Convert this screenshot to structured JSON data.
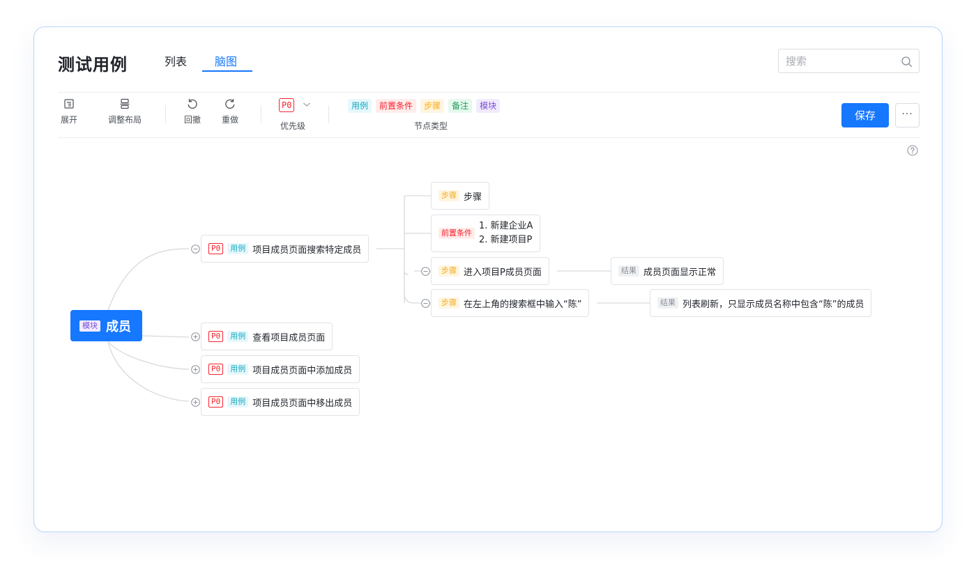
{
  "header": {
    "title": "测试用例",
    "tabs": [
      {
        "label": "列表"
      },
      {
        "label": "脑图"
      }
    ],
    "search_placeholder": "搜索"
  },
  "toolbar": {
    "expand": "展开",
    "adjust_layout": "调整布局",
    "undo": "回撤",
    "redo": "重做",
    "priority_value": "P0",
    "priority_label": "优先级",
    "node_types": [
      "用例",
      "前置条件",
      "步骤",
      "备注",
      "模块"
    ],
    "node_type_label": "节点类型",
    "save": "保存",
    "more": "···"
  },
  "colors": {
    "accent": "#1677ff",
    "priority": "#f5222d",
    "case": "#13a8c2",
    "precondition": "#f5222d",
    "step": "#faad14",
    "note": "#1e9c5c",
    "module": "#7b4ed8",
    "result": "#8a8f99"
  },
  "mindmap": {
    "root": {
      "tag": "模块",
      "label": "成员"
    },
    "cases": [
      {
        "priority": "P0",
        "tag": "用例",
        "label": "项目成员页面搜索特定成员"
      },
      {
        "priority": "P0",
        "tag": "用例",
        "label": "查看项目成员页面"
      },
      {
        "priority": "P0",
        "tag": "用例",
        "label": "项目成员页面中添加成员"
      },
      {
        "priority": "P0",
        "tag": "用例",
        "label": "项目成员页面中移出成员"
      }
    ],
    "children": [
      {
        "tag": "步骤",
        "label": "步骤"
      },
      {
        "tag": "前置条件",
        "lines": [
          "1. 新建企业A",
          "2. 新建项目P"
        ]
      },
      {
        "tag": "步骤",
        "label": "进入项目P成员页面"
      },
      {
        "tag": "步骤",
        "label": "在左上角的搜索框中输入“陈”"
      }
    ],
    "results": [
      {
        "tag": "结果",
        "label": "成员页面显示正常"
      },
      {
        "tag": "结果",
        "label": "列表刷新，只显示成员名称中包含“陈”的成员"
      }
    ]
  }
}
